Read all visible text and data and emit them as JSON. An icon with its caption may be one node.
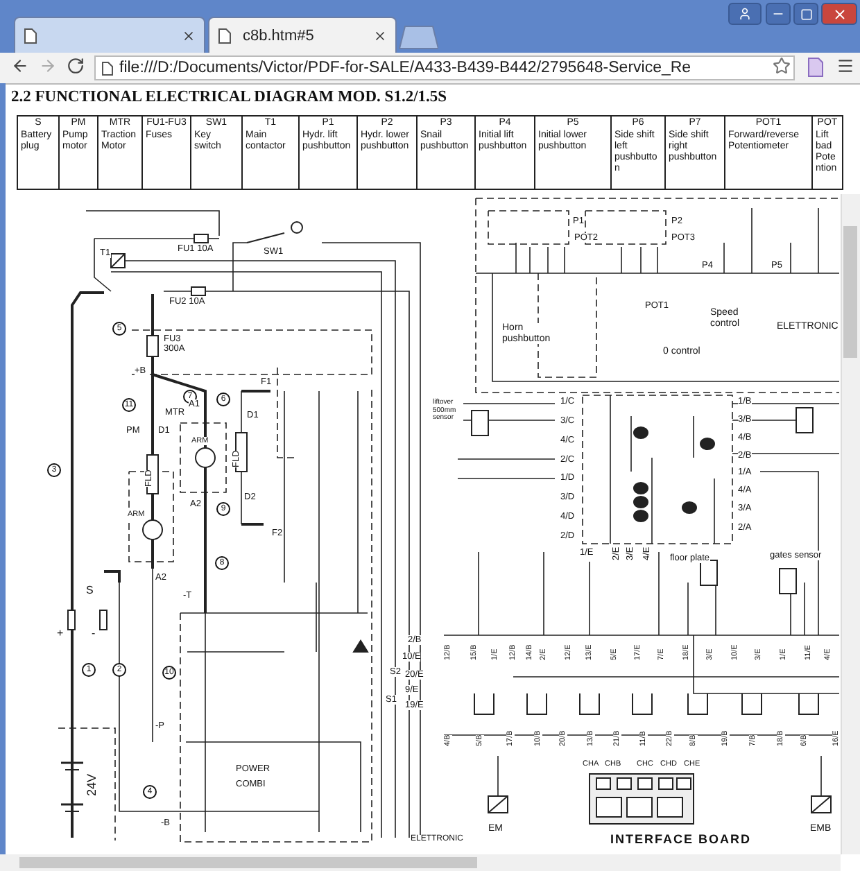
{
  "diagram": {
    "title": "2.2 FUNCTIONAL ELECTRICAL DIAGRAM MOD. S1.2/1.5S",
    "labels": [
      "c8b.htm#5",
      "file:///D:/Documents/Victor/PDF-for-SALE/A433-B439-B442/2795648-Service_Re",
      "S",
      "Battery plug",
      "PM",
      "Pump motor",
      "MTR",
      "Traction Motor",
      "FU1-FU3",
      "Fuses",
      "SW1",
      "Key switch",
      "T1",
      "Main contactor",
      "P1",
      "Hydr. lift pushbutton",
      "P2",
      "Hydr. lower pushbutton",
      "P3",
      "Snail pushbutton",
      "P4",
      "Initial lift pushbutton",
      "P5",
      "Initial lower pushbutton",
      "P6",
      "Side shift left pushbutton",
      "P7",
      "Side shift right pushbutton",
      "POT1",
      "Forward/reverse Potentiometer",
      "POT",
      "Lift bad Potention",
      "T1",
      "FU1 10A",
      "SW1",
      "FU2 10A",
      "5",
      "FU3 300A",
      "+B",
      "11",
      "7",
      "MTR",
      "A1",
      "6",
      "F1",
      "D1",
      "PM",
      "D1",
      "ARM",
      "FLD",
      "3",
      "FLD",
      "A2",
      "D2",
      "9",
      "F2",
      "ARM",
      "A2",
      "8",
      "S",
      "+",
      "-",
      "1",
      "2",
      "10",
      "-T",
      "24V",
      "-P",
      "4",
      "-B",
      "POWER",
      "COMBI",
      "P1",
      "POT2",
      "P2",
      "POT3",
      "P4",
      "P5",
      "Horn pushbutton",
      "POT1",
      "Speed control",
      "0 control",
      "ELETTRONIC",
      "liftover 500mm sensor",
      "1/C",
      "3/C",
      "4/C",
      "2/C",
      "1/D",
      "3/D",
      "4/D",
      "2/D",
      "1/B",
      "3/B",
      "4/B",
      "2/B",
      "1/A",
      "4/A",
      "3/A",
      "2/A",
      "1/E",
      "2/E",
      "3/E",
      "4/E",
      "floor plate",
      "gates sensor",
      "2/B",
      "10/E",
      "S2",
      "20/E",
      "9/E",
      "S1",
      "19/E",
      "12/B",
      "15/B",
      "1/E",
      "12/B",
      "14/B",
      "2/E",
      "12/E",
      "13/E",
      "5/E",
      "17/E",
      "7/E",
      "18/E",
      "3/E",
      "10/E",
      "3/E",
      "1/E",
      "11/E",
      "4/E",
      "4/B",
      "5/B",
      "17/B",
      "10/B",
      "20/B",
      "13/B",
      "21/B",
      "11/B",
      "22/B",
      "8/B",
      "19/B",
      "7/B",
      "18/B",
      "6/B",
      "16/E",
      "EM",
      "CHA",
      "CHB",
      "CHC",
      "CHD",
      "CHE",
      "INTERFACE BOARD",
      "EMB",
      "ELETTRONIC"
    ]
  }
}
